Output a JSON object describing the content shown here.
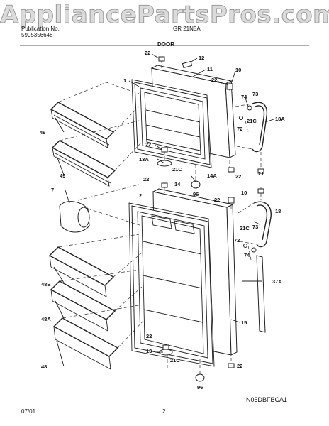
{
  "watermark": "AppliancePartsPros.com",
  "header": {
    "publication": "Publication No.",
    "part_number": "5995356648",
    "model": "GR 21N5A",
    "section": "DOOR"
  },
  "footer": {
    "date": "07/01",
    "page": "2",
    "diagram_code": "N05DBFBCA1"
  },
  "callouts": [
    "22",
    "12",
    "11",
    "10",
    "22",
    "1",
    "74",
    "73",
    "18A",
    "21C",
    "72",
    "49",
    "22",
    "13A",
    "21C",
    "22",
    "49",
    "22",
    "14A",
    "14",
    "21",
    "7",
    "96",
    "22",
    "10",
    "2",
    "18",
    "21C",
    "73",
    "72",
    "74",
    "48B",
    "37A",
    "15",
    "48A",
    "22",
    "13",
    "21C",
    "48",
    "22",
    "96"
  ]
}
